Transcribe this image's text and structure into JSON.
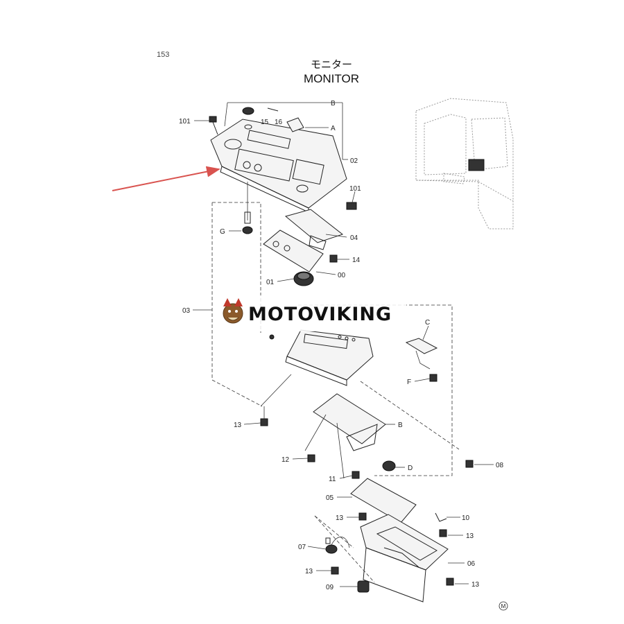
{
  "page_number": "153",
  "title_jp": "モニター",
  "title_en": "MONITOR",
  "watermark": "MOTOVIKING",
  "footer_mark": "M",
  "colors": {
    "arrow": "#d9534f",
    "line": "#222222",
    "logo_red": "#c0392b",
    "logo_brown": "#8b5a2b"
  },
  "labels": {
    "p101a": "101",
    "p101b": "101",
    "p15": "15",
    "p16": "16",
    "pA": "A",
    "pB1": "B",
    "p02": "02",
    "p04": "04",
    "p14": "14",
    "pG": "G",
    "p00": "00",
    "p01": "01",
    "p03": "03",
    "pC": "C",
    "pF": "F",
    "pB2": "B",
    "p13a": "13",
    "p12": "12",
    "pD": "D",
    "p11": "11",
    "p08": "08",
    "p05": "05",
    "p13b": "13",
    "p10": "10",
    "p13c": "13",
    "p07": "07",
    "p06": "06",
    "p13d": "13",
    "p09": "09",
    "p13e": "13"
  }
}
